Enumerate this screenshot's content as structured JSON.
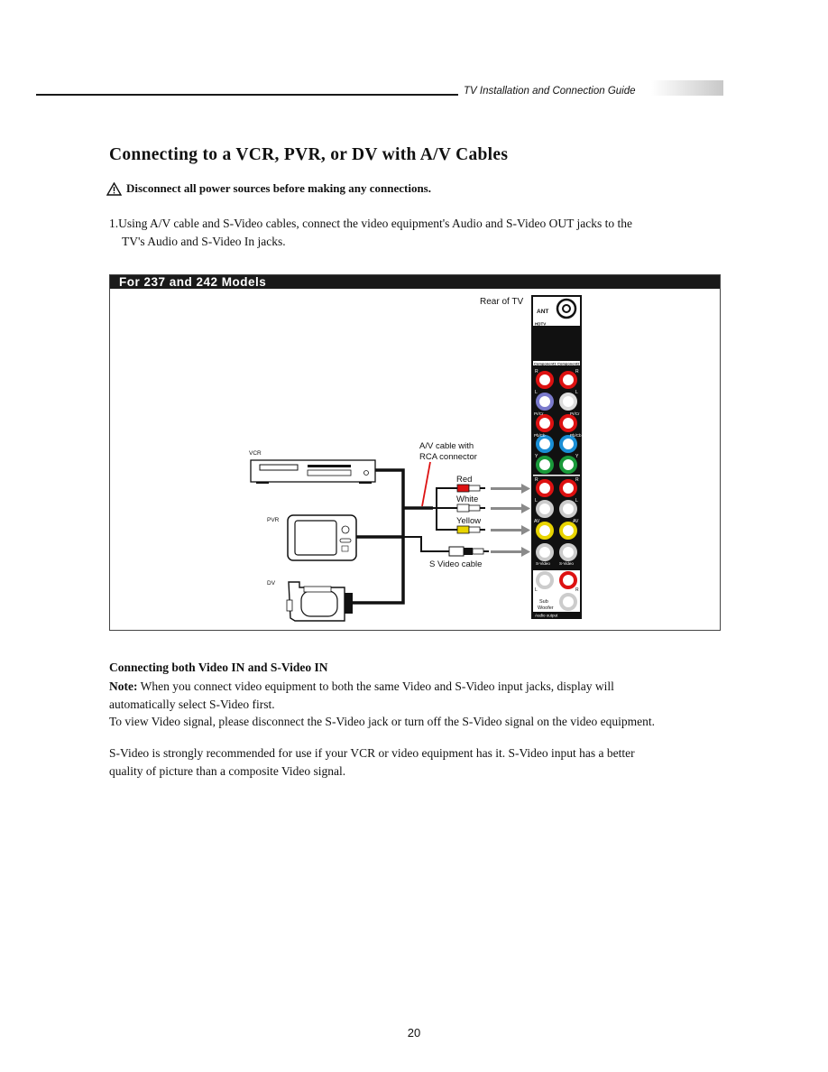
{
  "header": {
    "title": "TV Installation and Connection Guide"
  },
  "page_title": "Connecting to a VCR, PVR, or DV with A/V Cables",
  "warning": "Disconnect all power sources before making any connections.",
  "step1": {
    "line1": "1.Using A/V cable and S-Video cables, connect the video equipment's Audio and S-Video OUT jacks to the",
    "line2": "TV's Audio and S-Video In jacks."
  },
  "diagram": {
    "title": "For 237 and 242 Models",
    "rear_label": "Rear of TV",
    "ant": "ANT",
    "hdtv": "HDTV",
    "comp1": "Component1",
    "comp2": "Component2",
    "vcr": "VCR",
    "pvr": "PVR",
    "dv": "DV",
    "av_cable_l1": "A/V cable with",
    "av_cable_l2": "RCA connector",
    "red": "Red",
    "white": "White",
    "yellow": "Yellow",
    "svideo_cable": "S Video cable",
    "jack_r": "R",
    "jack_l": "L",
    "pr_cr": "Pr/Cr",
    "pb_cb": "Pb/Cb",
    "y": "Y",
    "av": "AV",
    "svideo": "S-Video",
    "sub1": "Sub",
    "sub2": "Woofer",
    "audio_output": "Audio output"
  },
  "section": {
    "title": "Connecting both Video IN and S-Video IN",
    "note_label": "Note:",
    "note_text": " When you connect video equipment to both the same Video and S-Video input jacks, display will",
    "note_line2": "automatically select S-Video first.",
    "note_line3": "To view Video signal, please disconnect the S-Video jack or turn off the S-Video signal on the video equipment.",
    "para_line1": "S-Video is strongly recommended for use if your VCR or video equipment has it. S-Video input has a better",
    "para_line2": "quality of picture than a composite Video signal."
  },
  "page_number": "20"
}
